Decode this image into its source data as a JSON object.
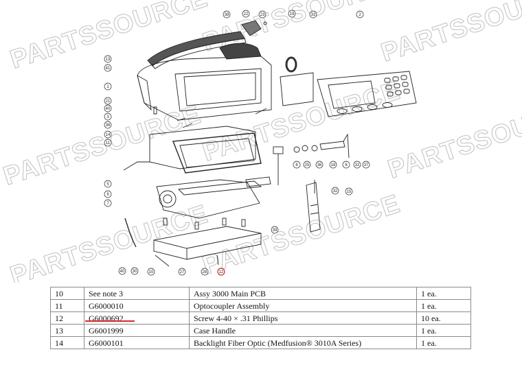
{
  "watermark": "PARTSSOURCE",
  "callouts": [
    "38",
    "22",
    "23",
    "19",
    "33",
    "2",
    "13",
    "41",
    "1",
    "21",
    "40",
    "3",
    "36",
    "14",
    "11",
    "8",
    "25",
    "36",
    "18",
    "6",
    "32",
    "37",
    "5",
    "9",
    "7",
    "32",
    "15",
    "39",
    "40",
    "30",
    "10",
    "27",
    "28",
    "12"
  ],
  "highlight_callout": "12",
  "table": {
    "rows": [
      [
        "10",
        "See note 3",
        "Assy 3000 Main PCB",
        "1 ea."
      ],
      [
        "11",
        "G6000010",
        "Optocoupler Assembly",
        "1 ea."
      ],
      [
        "12",
        "G6000692",
        "Screw 4-40 × .31 Phillips",
        "10 ea."
      ],
      [
        "13",
        "G6001999",
        "Case Handle",
        "1 ea."
      ],
      [
        "14",
        "G6000101",
        "Backlight Fiber Optic (Medfusion® 3010A Series)",
        "1 ea."
      ]
    ]
  },
  "colors": {
    "highlight": "#d62828",
    "line": "#222222",
    "watermark": "#c9c9c9"
  }
}
